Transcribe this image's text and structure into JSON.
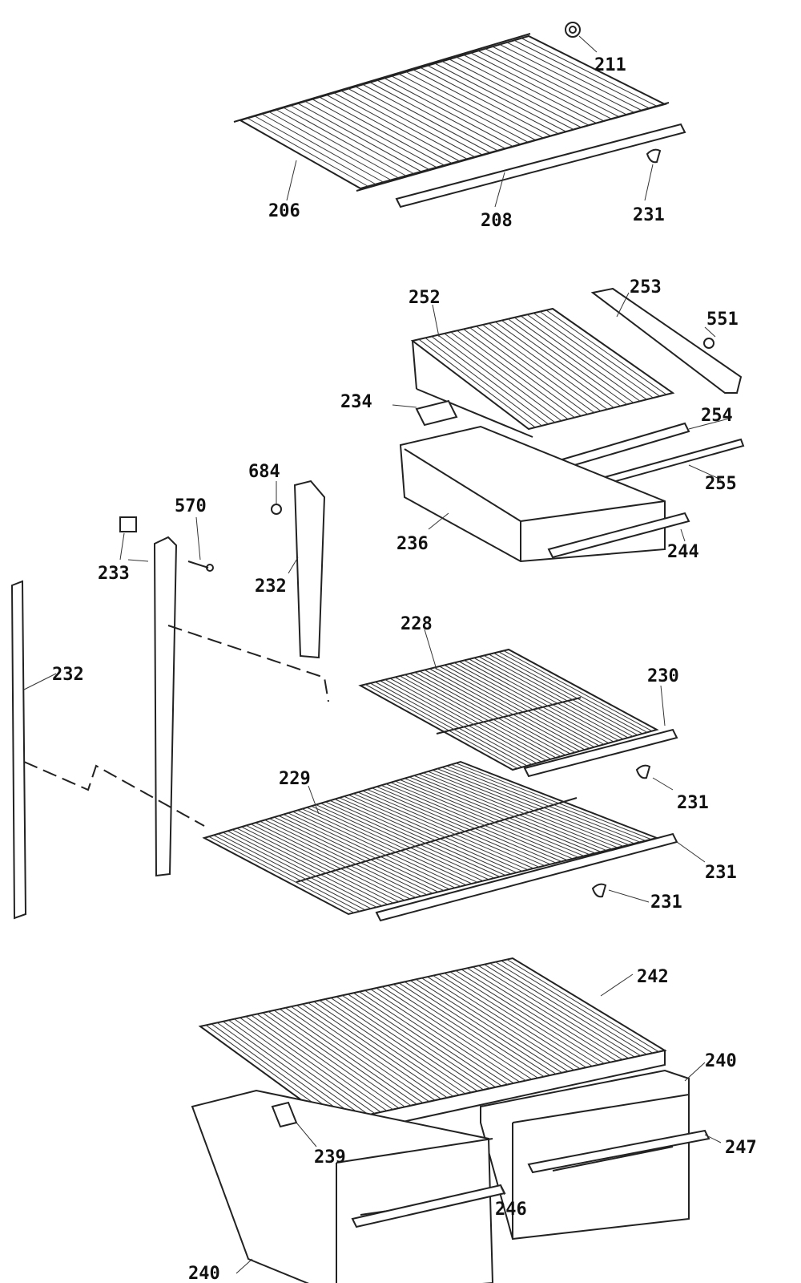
{
  "labels": {
    "l211": "211",
    "l206": "206",
    "l208": "208",
    "l231a": "231",
    "l252": "252",
    "l253": "253",
    "l551": "551",
    "l234": "234",
    "l254": "254",
    "l255": "255",
    "l236": "236",
    "l244": "244",
    "l684": "684",
    "l570": "570",
    "l233": "233",
    "l232a": "232",
    "l232b": "232",
    "l228": "228",
    "l230": "230",
    "l231b": "231",
    "l229": "229",
    "l231c": "231",
    "l231d": "231",
    "l242": "242",
    "l240a": "240",
    "l247": "247",
    "l239": "239",
    "l246": "246",
    "l240b": "240"
  }
}
